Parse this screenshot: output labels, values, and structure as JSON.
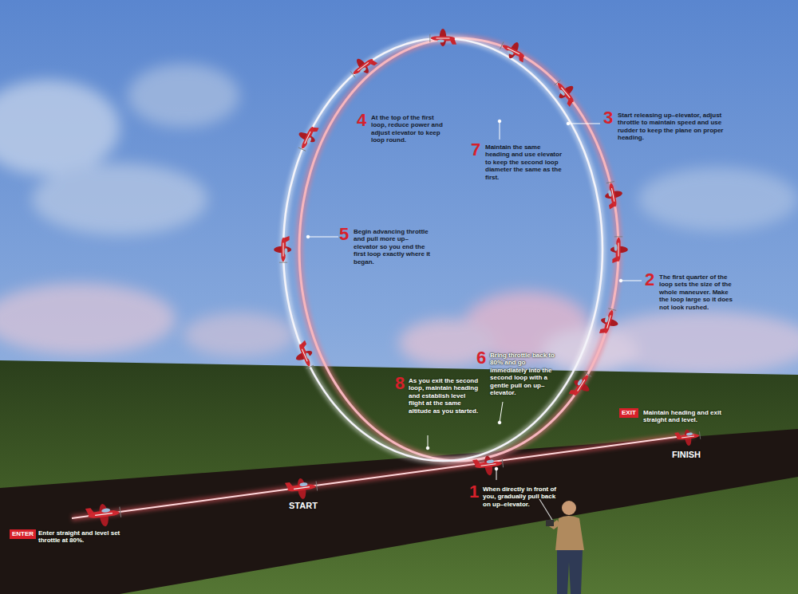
{
  "diagram": {
    "labels": [
      "ENTER",
      "Enter straight and level set throttle at 80%.",
      "START",
      "1",
      "When directly in front of you, gradually pull back on up–elevator.",
      "2",
      "The first quarter of the loop sets the size of the whole maneuver. Make the loop large so it does not look rushed.",
      "3",
      "Start releasing up–elevator, adjust throttle to maintain speed and use rudder to keep the plane on proper heading.",
      "4",
      "At the top of the first loop, reduce power and adjust elevator to keep loop round.",
      "5",
      "Begin advancing throttle and pull more up–elevator so you end the first loop exactly where it began.",
      "6",
      "Bring throttle back to 80% and go immediately into the second loop with a gentle pull on up–elevator.",
      "7",
      "Maintain the same heading and use elevator to keep the second loop diameter the same as the first.",
      "8",
      "As you exit the second loop, maintain heading and establish level flight at the same altitude as you started.",
      "EXIT",
      "Maintain heading and exit straight and level.",
      "FINISH"
    ]
  }
}
